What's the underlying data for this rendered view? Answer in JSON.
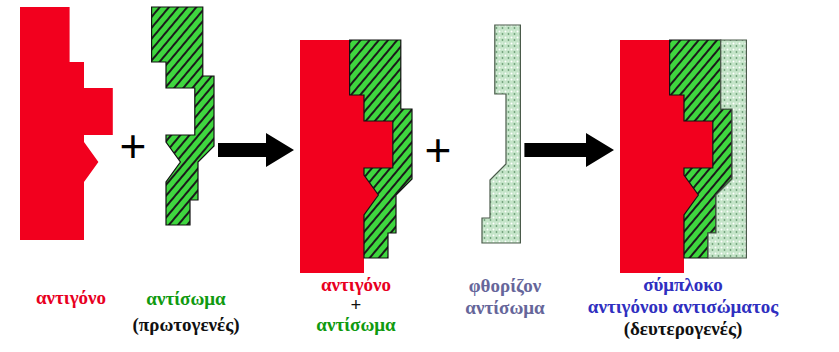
{
  "diagram": {
    "nodes": [
      {
        "text": [
          "αντιγόνο"
        ]
      },
      {
        "text": [
          "αντίσωμα",
          "(πρωτογενές)"
        ]
      },
      {
        "text": [
          "αντιγόνο",
          "+",
          "αντίσωμα"
        ]
      },
      {
        "text": [
          "φθορίζον αντίσωμα"
        ]
      },
      {
        "text": [
          "σύμπλοκο",
          "αντιγόνου αντισώματος",
          "(δευτερογενές)"
        ]
      }
    ],
    "edges": [
      {
        "from": 1,
        "to": 2,
        "arrow": "to"
      },
      {
        "from": 3,
        "to": 4,
        "arrow": "to"
      }
    ],
    "labels": [
      "+",
      "+"
    ]
  }
}
